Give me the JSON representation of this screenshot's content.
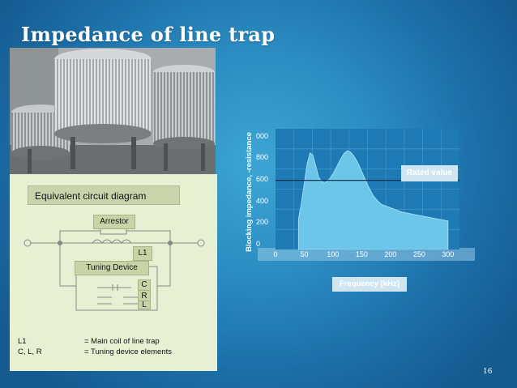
{
  "slide": {
    "title": "Impedance of line trap",
    "page_number": "16"
  },
  "circuit_panel": {
    "title": "Equivalent circuit diagram",
    "arrestor_label": "Arrestor",
    "l1_label": "L1",
    "tuning_label": "Tuning Device",
    "c_label": "C",
    "r_label": "R",
    "l_label": "L",
    "legend": [
      {
        "key": "L1",
        "value": "= Main coil of line trap"
      },
      {
        "key": "C, L, R",
        "value": "= Tuning device elements"
      }
    ]
  },
  "colors": {
    "background": "#2b8dc2",
    "plot_area": "#1d7ab4",
    "curve_fill": "#6cc6e9",
    "panel_bg": "#e7f0d2",
    "label_bg": "#cad4ab"
  },
  "chart_data": {
    "type": "area",
    "xlabel": "Frequency [kHz]",
    "ylabel": "Blocking impedance, -resistance",
    "x_ticks": [
      "0",
      "50",
      "100",
      "150",
      "200",
      "250",
      "300"
    ],
    "y_ticks": [
      "0",
      "200",
      "400",
      "600",
      "800",
      "000"
    ],
    "xlim": [
      0,
      320
    ],
    "ylim": [
      0,
      1100
    ],
    "grid": true,
    "series": [
      {
        "x": [
          40,
          45,
          50,
          55,
          60,
          65,
          70,
          75,
          80,
          85,
          90,
          95,
          100,
          105,
          110,
          115,
          120,
          125,
          130,
          135,
          140,
          145,
          150,
          155,
          160,
          165,
          170,
          175,
          180,
          185,
          190,
          200,
          210,
          220,
          230,
          240,
          250,
          260,
          270,
          280,
          290,
          300
        ],
        "y": [
          280,
          420,
          600,
          780,
          880,
          860,
          760,
          660,
          620,
          610,
          620,
          650,
          690,
          740,
          790,
          840,
          880,
          900,
          890,
          860,
          820,
          770,
          710,
          650,
          590,
          540,
          490,
          460,
          430,
          410,
          400,
          380,
          360,
          340,
          330,
          320,
          310,
          300,
          290,
          280,
          270,
          260
        ]
      }
    ],
    "annotations": [
      {
        "text": "Rated value",
        "y": 630
      }
    ]
  }
}
